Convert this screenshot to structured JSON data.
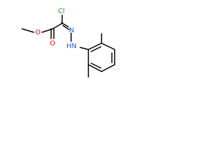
{
  "molecule": {
    "atoms": {
      "chlorine": "Cl",
      "carbonyl_oxygen": "O",
      "ester_oxygen": "O",
      "hydrazone_nitrogen": "N",
      "amine_nitrogen": "HN"
    },
    "colors": {
      "bond": "#000000",
      "chlorine": "#1fa01f",
      "oxygen": "#ff0000",
      "nitrogen": "#3050f8"
    }
  }
}
